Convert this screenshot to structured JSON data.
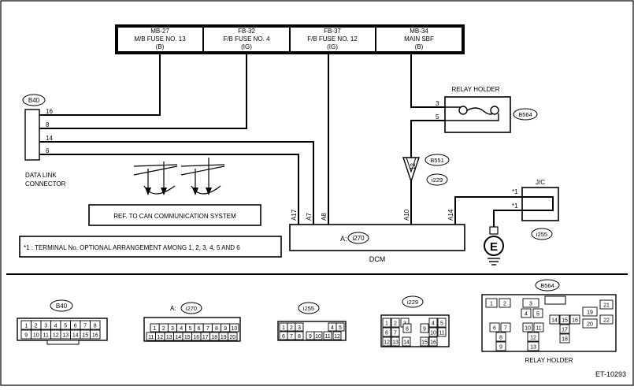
{
  "fuses": [
    {
      "line1": "MB-27",
      "line2": "M/B FUSE NO. 13",
      "line3": "(B)"
    },
    {
      "line1": "FB-32",
      "line2": "F/B FUSE NO. 4",
      "line3": "(IG)"
    },
    {
      "line1": "FB-37",
      "line2": "F/B FUSE NO. 12",
      "line3": "(IG)"
    },
    {
      "line1": "MB-34",
      "line2": "MAIN SBF",
      "line3": "(B)"
    }
  ],
  "dlc": {
    "connector": "B40",
    "pins": [
      "16",
      "8",
      "14",
      "6"
    ],
    "label_line1": "DATA LINK",
    "label_line2": "CONNECTOR"
  },
  "relay": {
    "title": "RELAY HOLDER",
    "connector": "B564",
    "pin_top": "3",
    "pin_bottom": "5"
  },
  "b551": {
    "connector": "B551",
    "pin": "12",
    "connector2": "i229"
  },
  "jc": {
    "title": "J/C",
    "connector": "i255",
    "pin1": "*1",
    "pin2": "*1",
    "ground": "E"
  },
  "can_ref": "REF. TO CAN COMMUNICATION SYSTEM",
  "footnote": "*1 : TERMINAL No. OPTIONAL ARRANGEMENT AMONG 1, 2, 3, 4, 5 AND 6",
  "dcm": {
    "prefix": "A:",
    "connector": "i270",
    "name": "DCM",
    "pins": [
      "A17",
      "A7",
      "A8",
      "A10",
      "A14"
    ]
  },
  "bottom": {
    "b40": {
      "label": "B40",
      "row1": [
        "1",
        "2",
        "3",
        "4",
        "5",
        "6",
        "7",
        "8"
      ],
      "row2": [
        "9",
        "10",
        "11",
        "12",
        "13",
        "14",
        "15",
        "16"
      ]
    },
    "i270": {
      "prefix": "A:",
      "label": "i270",
      "row1": [
        "1",
        "2",
        "3",
        "4",
        "5",
        "6",
        "7",
        "8",
        "9",
        "10"
      ],
      "row2": [
        "11",
        "12",
        "13",
        "14",
        "15",
        "16",
        "17",
        "18",
        "19",
        "20"
      ]
    },
    "i255": {
      "label": "i255",
      "row1": [
        "1",
        "2",
        "3",
        "4",
        "5"
      ],
      "row2": [
        "6",
        "7",
        "8",
        "9",
        "10",
        "11",
        "12"
      ]
    },
    "i229": {
      "label": "i229",
      "cells": [
        "1",
        "2",
        "3",
        "4",
        "5",
        "6",
        "7",
        "8",
        "9",
        "10",
        "11",
        "12",
        "13",
        "14",
        "15",
        "16"
      ]
    },
    "b564": {
      "label": "B564",
      "cells": [
        "1",
        "2",
        "3",
        "4",
        "5",
        "6",
        "7",
        "8",
        "9",
        "10",
        "11",
        "12",
        "13",
        "14",
        "15",
        "16",
        "17",
        "18",
        "19",
        "20",
        "21",
        "22"
      ],
      "caption": "RELAY HOLDER"
    }
  },
  "code": "ET-10293"
}
